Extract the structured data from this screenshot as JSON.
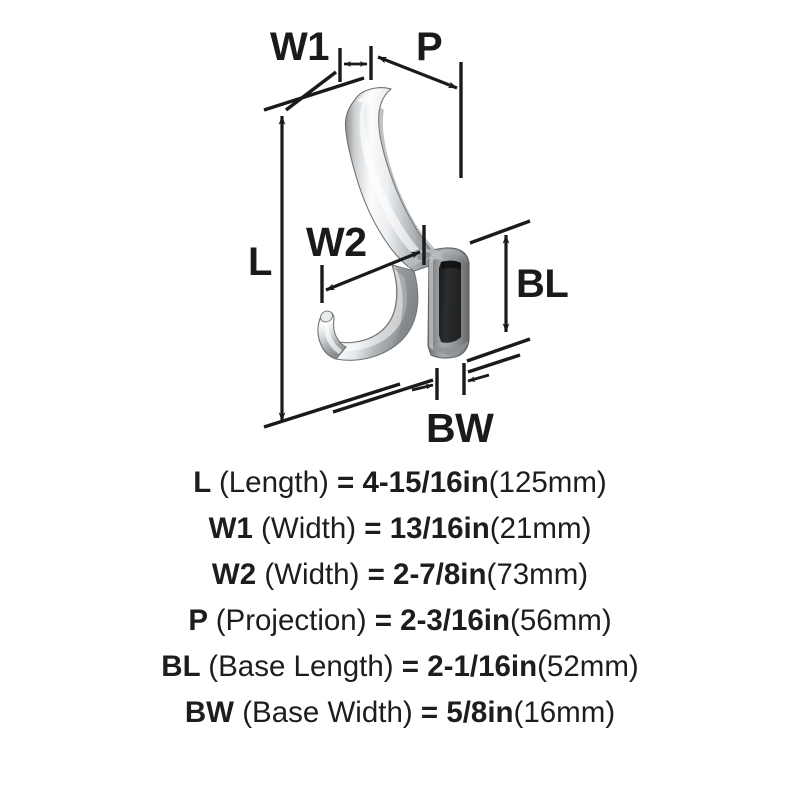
{
  "product": {
    "type": "coat-hook-dimension-diagram",
    "background_color": "#ffffff",
    "line_color": "#1a1a1a"
  },
  "diagram": {
    "labels": {
      "w1": "W1",
      "p": "P",
      "l": "L",
      "w2": "W2",
      "bl": "BL",
      "bw": "BW"
    }
  },
  "specs": [
    {
      "code": "L",
      "name": "(Length)",
      "equals": "=",
      "imperial": "4-15/16in",
      "metric": "(125mm)"
    },
    {
      "code": "W1",
      "name": "(Width)",
      "equals": "=",
      "imperial": "13/16in",
      "metric": "(21mm)"
    },
    {
      "code": "W2",
      "name": "(Width)",
      "equals": "=",
      "imperial": "2-7/8in",
      "metric": "(73mm)"
    },
    {
      "code": "P",
      "name": "(Projection)",
      "equals": "=",
      "imperial": "2-3/16in",
      "metric": "(56mm)"
    },
    {
      "code": "BL",
      "name": "(Base Length)",
      "equals": "=",
      "imperial": "2-1/16in",
      "metric": "(52mm)"
    },
    {
      "code": "BW",
      "name": "(Base Width)",
      "equals": "=",
      "imperial": "5/8in",
      "metric": "(16mm)"
    }
  ]
}
